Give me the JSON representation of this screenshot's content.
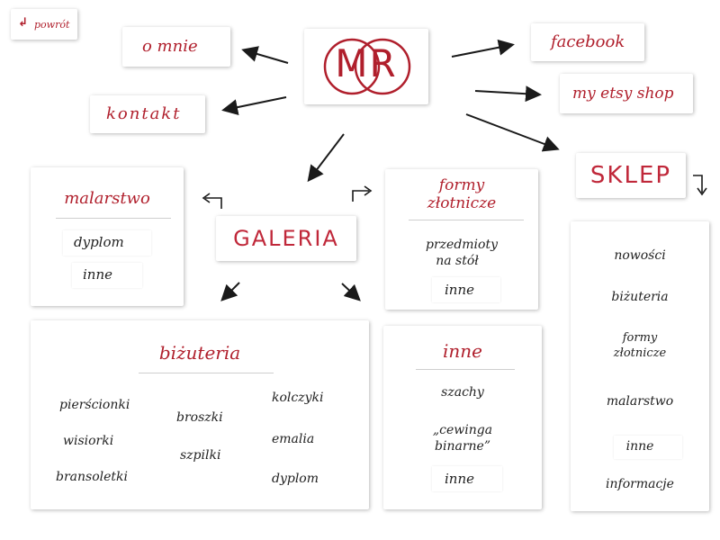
{
  "back": {
    "label": "powrót"
  },
  "logo": {
    "letters": "MR"
  },
  "links": {
    "about": "o mnie",
    "contact": "kontakt",
    "facebook": "facebook",
    "etsy": "my etsy shop"
  },
  "galeria": {
    "title": "GALERIA"
  },
  "malarstwo": {
    "title": "malarstwo",
    "items": [
      "dyplom",
      "inne"
    ]
  },
  "formy": {
    "title_line1": "formy",
    "title_line2": "złotnicze",
    "items_line1": "przedmioty",
    "items_line2": "na stół",
    "item_other": "inne"
  },
  "bizuteria": {
    "title": "biżuteria",
    "col1": [
      "pierścionki",
      "wisiorki",
      "bransoletki"
    ],
    "col2": [
      "broszki",
      "szpilki"
    ],
    "col3": [
      "kolczyki",
      "emalia",
      "dyplom"
    ]
  },
  "inne": {
    "title": "inne",
    "items_line1": "szachy",
    "quote_line1": "„cewinga",
    "quote_line2": "binarne”",
    "item_other": "inne"
  },
  "sklep": {
    "title": "SKLEP",
    "items": [
      "nowości",
      "biżuteria",
      "formy",
      "złotnicze",
      "malarstwo",
      "inne",
      "informacje"
    ]
  },
  "colors": {
    "accent": "#b01f2c",
    "ink": "#222222"
  }
}
